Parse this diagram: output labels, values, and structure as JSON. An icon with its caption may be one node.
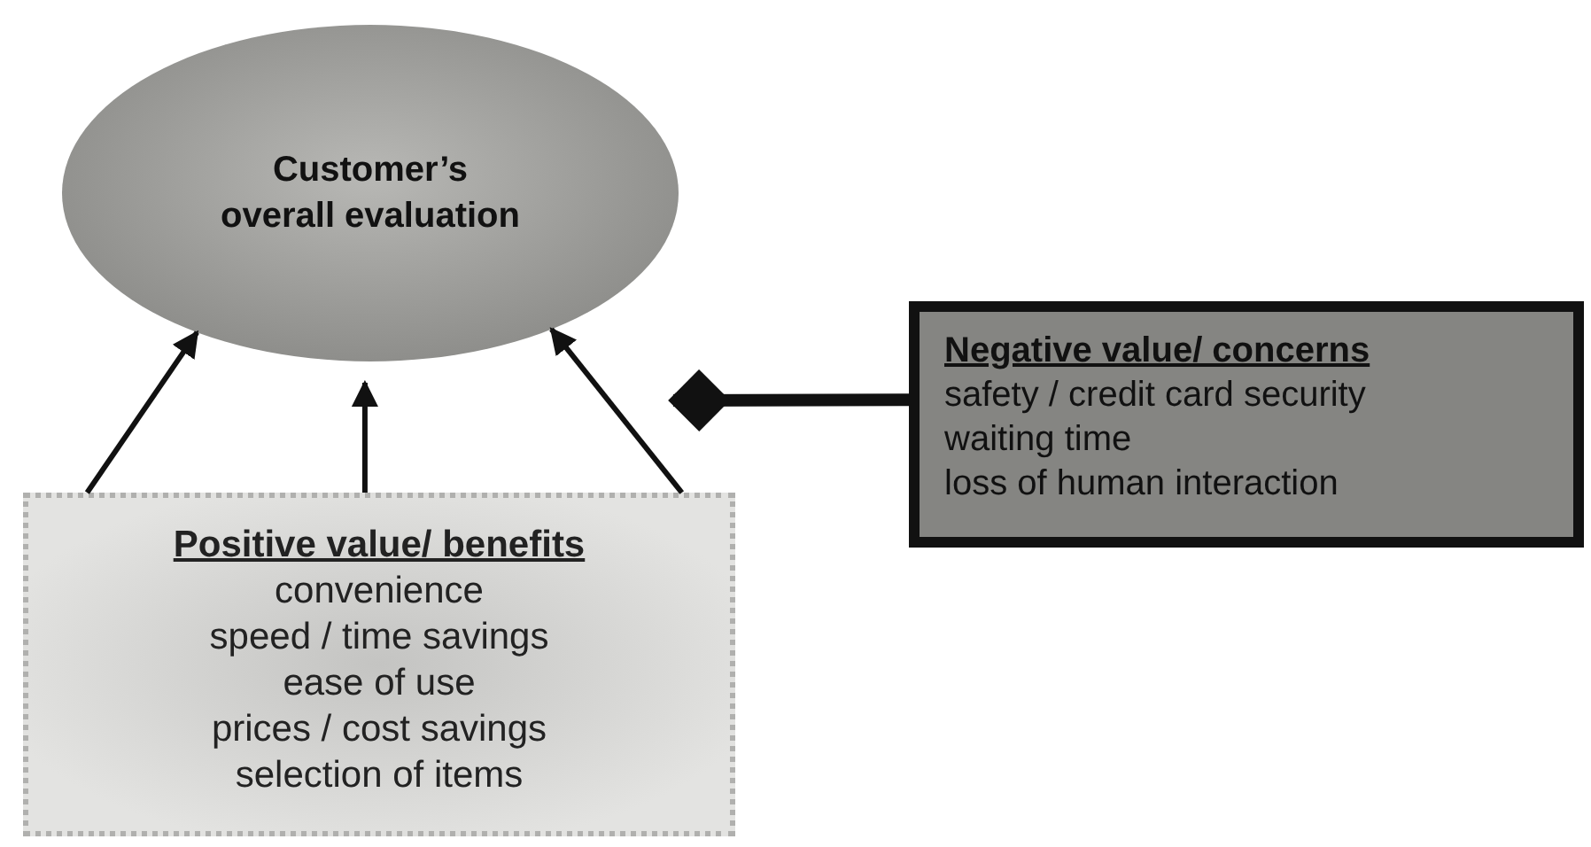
{
  "diagram": {
    "nodes": [
      {
        "text": [
          "Customer’s overall evaluation"
        ]
      },
      {
        "text": [
          "Positive value/ benefits",
          "convenience",
          "speed / time savings",
          "ease of use",
          "prices / cost savings",
          "selection of items"
        ]
      },
      {
        "text": [
          "Negative value/ concerns",
          "safety / credit card security",
          "waiting time",
          "loss of human interaction"
        ]
      }
    ],
    "edges": [
      {
        "from": 1,
        "to": 0,
        "arrow": "to"
      },
      {
        "from": 1,
        "to": 0,
        "arrow": "to"
      },
      {
        "from": 1,
        "to": 0,
        "arrow": "to"
      },
      {
        "from": 2,
        "to": null,
        "arrow": "other",
        "style": "thick"
      }
    ]
  }
}
